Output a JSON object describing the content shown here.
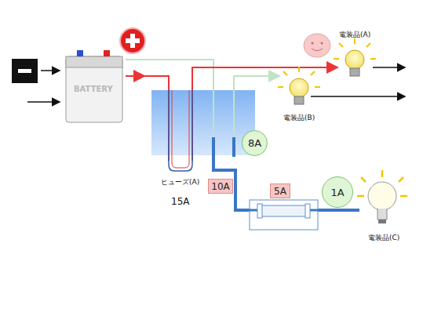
{
  "diagram": {
    "nodes": [
      {
        "text": [
          "8A"
        ]
      },
      {
        "text": [
          "10A"
        ]
      },
      {
        "text": [
          "5A"
        ]
      },
      {
        "text": [
          "1A"
        ]
      }
    ],
    "labels": [
      "BATTERY",
      "電装品(A)",
      "電装品(B)",
      "ヒューズ(A)",
      "15A",
      "電装品(C)"
    ]
  }
}
